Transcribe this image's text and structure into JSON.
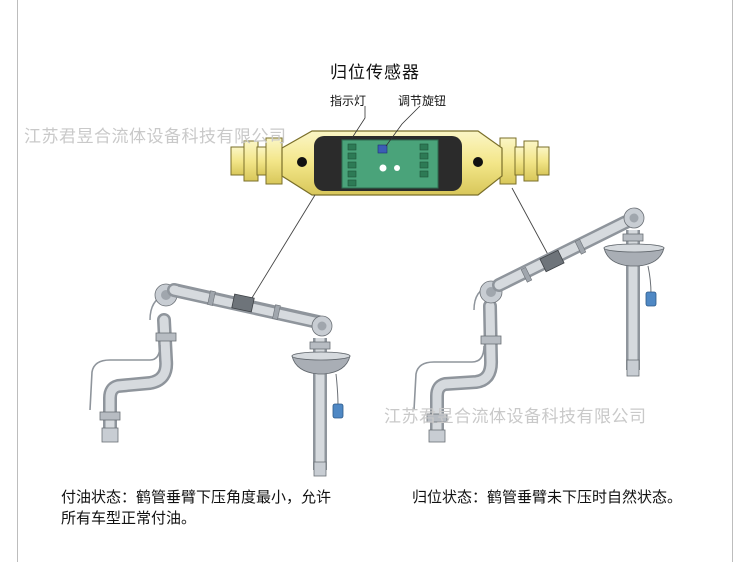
{
  "title": "归位传感器",
  "callouts": {
    "indicator_light": "指示灯",
    "adjust_knob": "调节旋钮"
  },
  "captions": {
    "left": "付油状态：鹤管垂臂下压角度最小，允许所有车型正常付油。",
    "right": "归位状态：鹤管垂臂未下压时自然状态。"
  },
  "watermark": "江苏君昱合流体设备科技有限公司",
  "colors": {
    "sensor_body": "#f3e689",
    "sensor_window": "#2b2b2b",
    "board": "#4aa37a",
    "pipe": "#c8cdd3",
    "cup": "#a9aeb5",
    "indicator": "#4f88c4"
  }
}
